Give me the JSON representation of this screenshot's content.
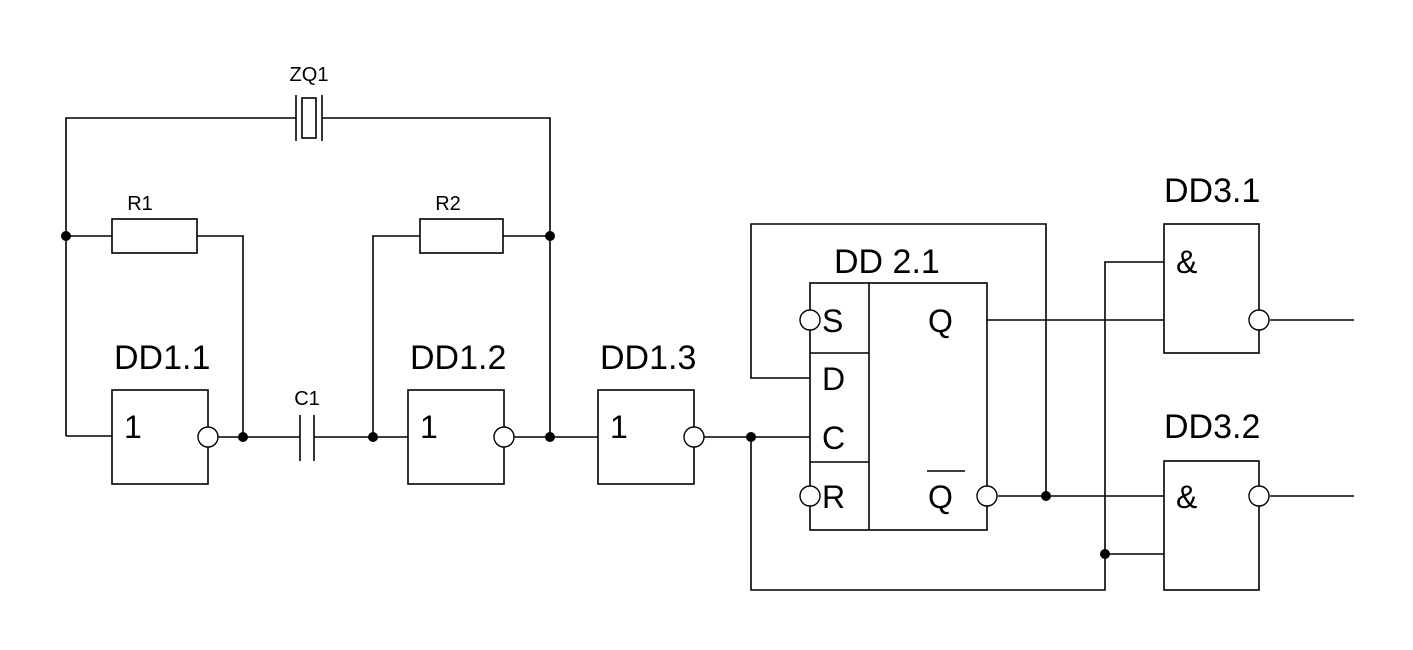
{
  "crystal": {
    "label": "ZQ1"
  },
  "resistors": [
    {
      "label": "R1"
    },
    {
      "label": "R2"
    }
  ],
  "capacitor": {
    "label": "C1"
  },
  "inverters": [
    {
      "label": "DD1.1",
      "symbol": "1"
    },
    {
      "label": "DD1.2",
      "symbol": "1"
    },
    {
      "label": "DD1.3",
      "symbol": "1"
    }
  ],
  "flipflop": {
    "label": "DD 2.1",
    "pins": {
      "s": "S",
      "d": "D",
      "c": "C",
      "r": "R",
      "q": "Q",
      "qbar": "Q"
    }
  },
  "and_gates": [
    {
      "label": "DD3.1",
      "symbol": "&"
    },
    {
      "label": "DD3.2",
      "symbol": "&"
    }
  ]
}
